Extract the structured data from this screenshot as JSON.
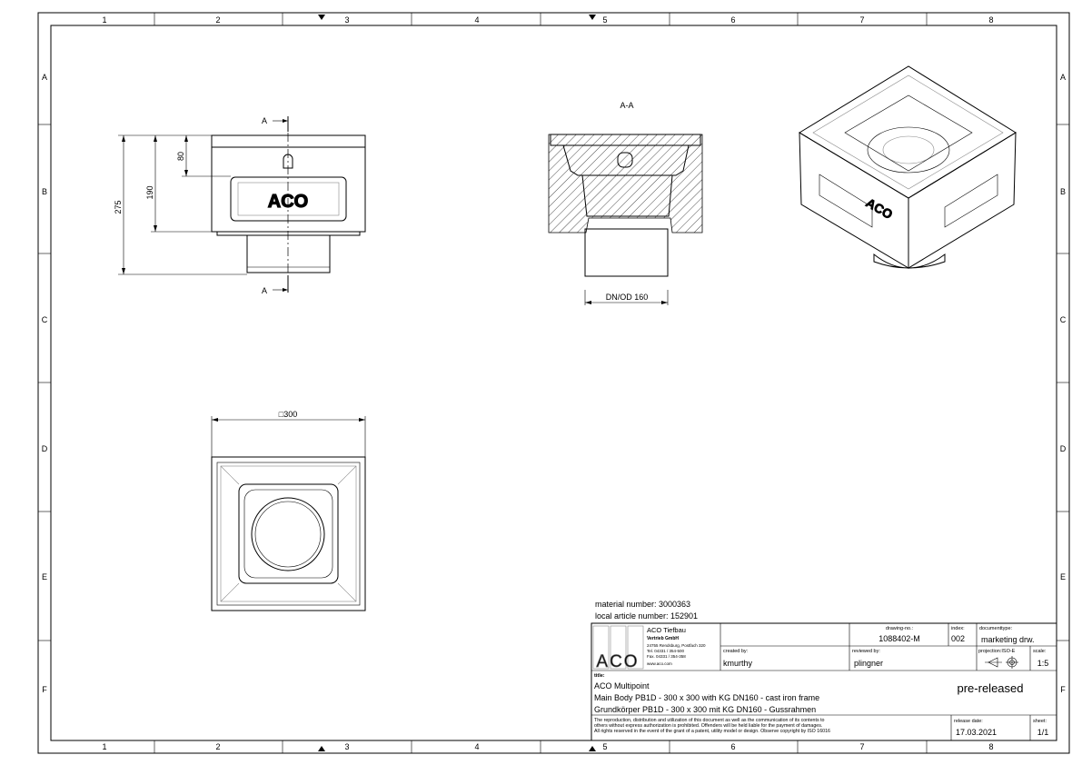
{
  "frame": {
    "columns": [
      "1",
      "2",
      "3",
      "4",
      "5",
      "6",
      "7",
      "8"
    ],
    "rows": [
      "A",
      "B",
      "C",
      "D",
      "E",
      "F"
    ]
  },
  "front_view": {
    "section_marker": "A",
    "dim_total": "275",
    "dim_body": "190",
    "dim_top": "80",
    "logo": "ACO"
  },
  "section_view": {
    "title": "A-A",
    "dim_pipe": "DN/OD 160"
  },
  "top_view": {
    "dim_width": "□300"
  },
  "info": {
    "material_number": "material number: 3000363",
    "local_article": "local article number: 152901"
  },
  "title_block": {
    "company": "ACO Tiefbau",
    "company_sub": "Vertrieb GmbH",
    "address": "24755 Rendsburg, Postfach 320",
    "tel": "Tel. 04331 / 354-500",
    "fax": "Fax. 04331 / 354-358",
    "web": "www.aco.com",
    "logo": "ACO",
    "drawing_no_label": "drawing-no.:",
    "drawing_no": "1088402-M",
    "index_label": "index:",
    "index": "002",
    "doctype_label": "documenttype:",
    "doctype": "marketing drw.",
    "created_label": "created by:",
    "created": "kmurthy",
    "reviewed_label": "reviewed by:",
    "reviewed": "plingner",
    "projection_label": "projection:ISO-E",
    "scale_label": "scale:",
    "scale": "1:5",
    "title_label": "title:",
    "title1": "ACO Multipoint",
    "title2": "Main Body PB1D - 300 x 300 with KG DN160 - cast iron frame",
    "title3": "Grundkörper PB1D - 300 x 300 mit KG DN160 - Gussrahmen",
    "status": "pre-released",
    "copyright1": "The reproduction, distribution and utilization of this document as well as the communication of its contents to",
    "copyright2": "others without express authorization is prohibited. Offenders will be held liable for the payment of damages.",
    "copyright3": "All rights reserved in the event of the grant of a patent, utility model or design. Observe copyright by ISO 16016",
    "release_label": "release date:",
    "release": "17.03.2021",
    "sheet_label": "sheet:",
    "sheet": "1/1"
  }
}
